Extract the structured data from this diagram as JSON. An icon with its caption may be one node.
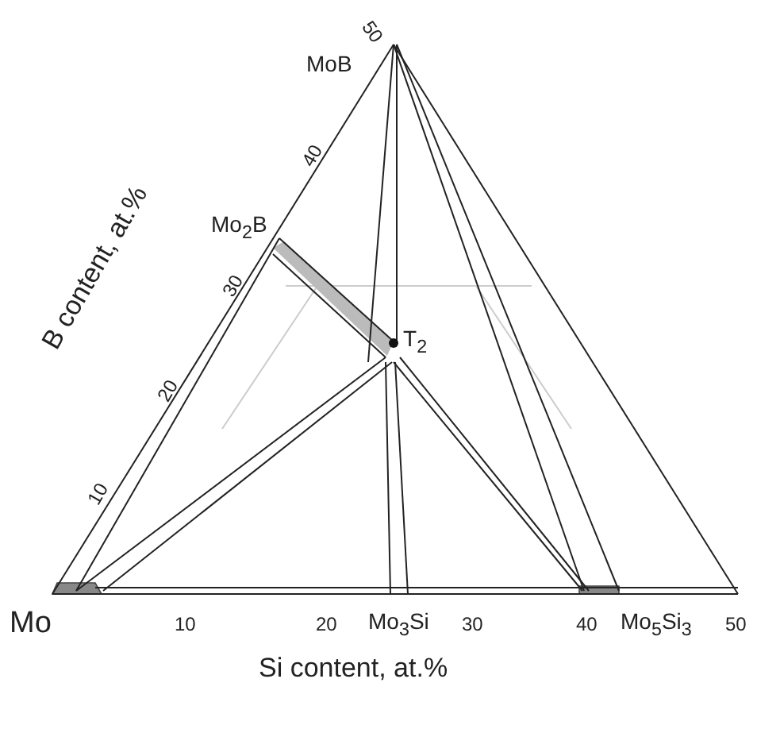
{
  "diagram": {
    "labels": [
      "MoB",
      "50",
      "40",
      "Mo$_{2}$B",
      "30",
      "T$_{2}$",
      "B content, at.%",
      "20",
      "10",
      "Mo",
      "10",
      "20",
      "Mo$_{3}$Si",
      "30",
      "40",
      "Mo$_{5}$Si$_{3}$",
      "50",
      "Si content, at.%"
    ]
  }
}
